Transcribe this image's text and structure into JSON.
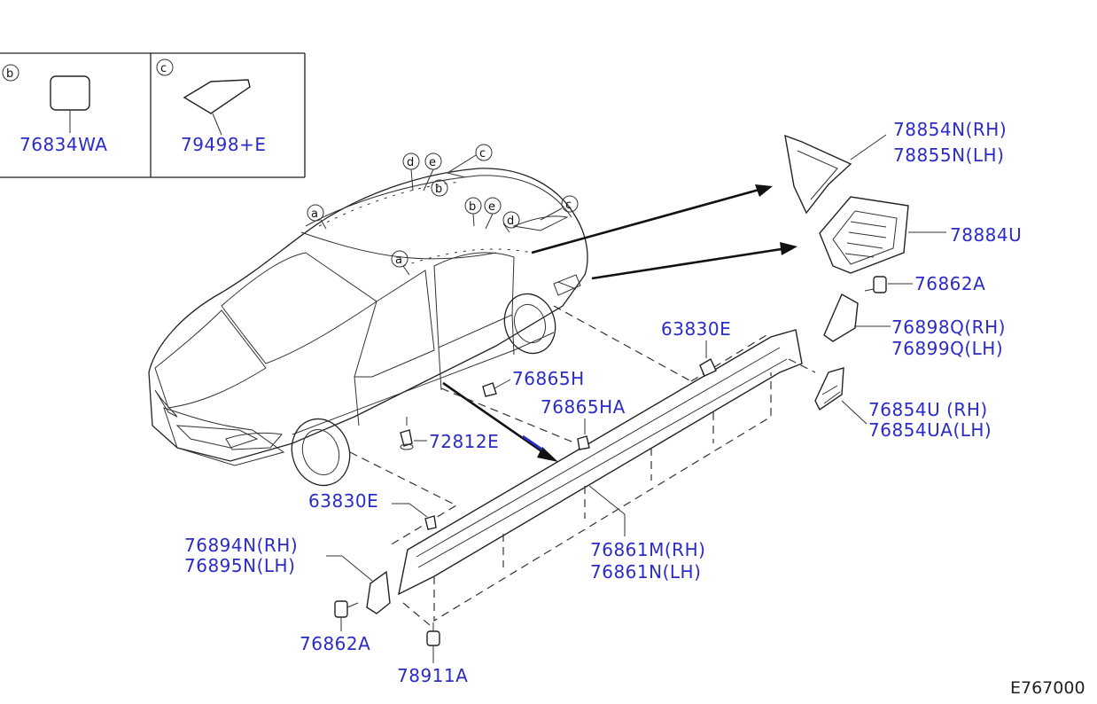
{
  "insets": {
    "b_marker": "b",
    "b_part": "76834WA",
    "c_marker": "c",
    "c_part": "79498+E"
  },
  "car_markers": {
    "a1": "a",
    "a2": "a",
    "b1": "b",
    "b2": "b",
    "c1": "c",
    "c2": "c",
    "d1": "d",
    "d2": "d",
    "e1": "e",
    "e2": "e"
  },
  "labels": {
    "p78854N": "78854N(RH)",
    "p78855N": "78855N(LH)",
    "p78884U": "78884U",
    "p76862A_top": "76862A",
    "p76898Q": "76898Q(RH)",
    "p76899Q": "76899Q(LH)",
    "p63830E_right": "63830E",
    "p76865H": "76865H",
    "p76865HA": "76865HA",
    "p72812E": "72812E",
    "p76854U": "76854U (RH)",
    "p76854UA": "76854UA(LH)",
    "p63830E_left": "63830E",
    "p76894N": "76894N(RH)",
    "p76895N": "76895N(LH)",
    "p76861M": "76861M(RH)",
    "p76861N": "76861N(LH)",
    "p76862A_bottom": "76862A",
    "p78911A": "78911A"
  },
  "diagram_ref": "E767000",
  "colors": {
    "label": "#2b2bc8",
    "line": "#222222",
    "background": "#ffffff"
  }
}
